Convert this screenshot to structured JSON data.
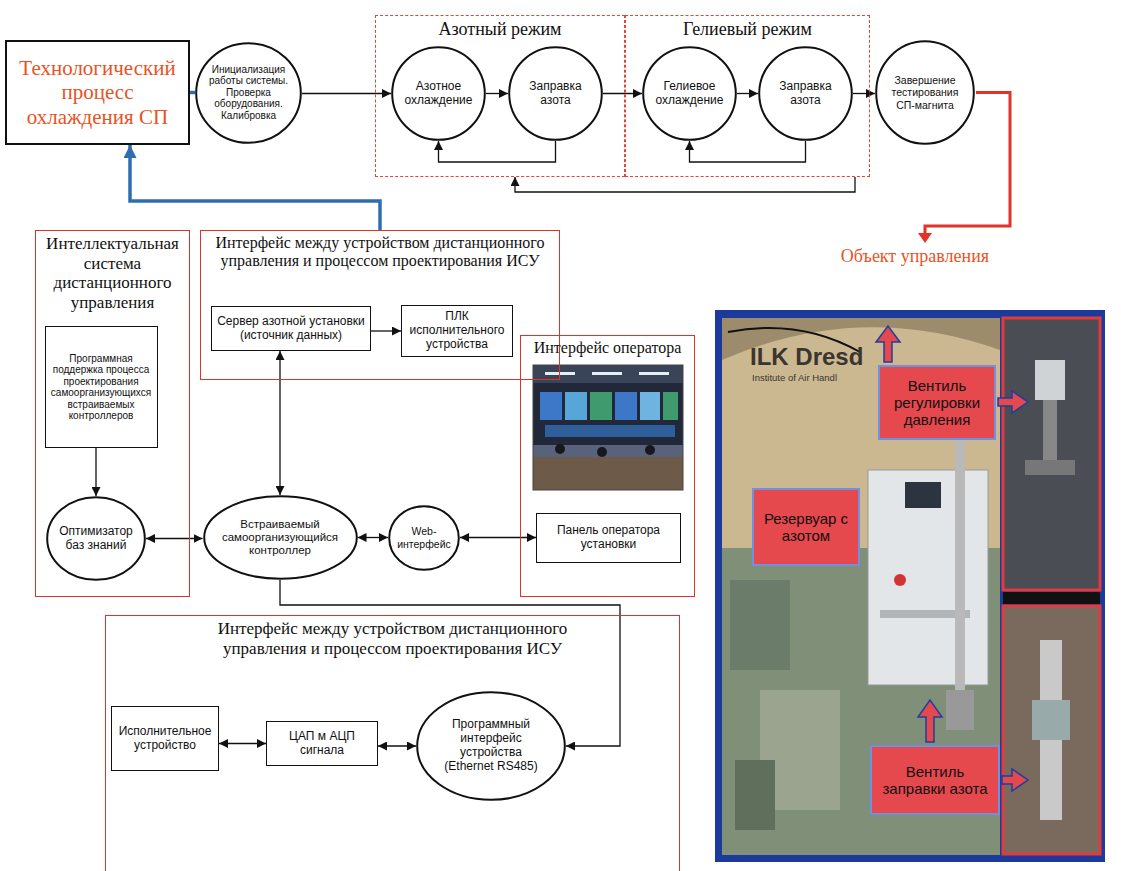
{
  "diagram": {
    "nodes": [
      {
        "text": [
          "Технологический процесс охлаждения СП"
        ]
      },
      {
        "text": [
          "Инициализация работы системы. Проверка оборудования. Калибровка"
        ]
      },
      {
        "text": [
          "Азотный режим"
        ]
      },
      {
        "text": [
          "Азотное охлаждение"
        ],
        "in": 2
      },
      {
        "text": [
          "Заправка азота"
        ],
        "in": 2
      },
      {
        "text": [
          "Гелиевый режим"
        ]
      },
      {
        "text": [
          "Гелиевое охлаждение"
        ],
        "in": 5
      },
      {
        "text": [
          "Заправка азота"
        ],
        "in": 5
      },
      {
        "text": [
          "Завершение тестирования СП-магнита"
        ]
      },
      {
        "text": [
          "Интеллектуальная система дистанционного управления"
        ]
      },
      {
        "text": [
          "Программная поддержка процесса проектирования самоорганизующихся встраиваемых контроллеров"
        ],
        "in": 9
      },
      {
        "text": [
          "Оптимизатор баз знаний"
        ],
        "in": 9
      },
      {
        "text": [
          "Интерфейс между устройством дистанционного управления и процессом проектирования ИСУ"
        ]
      },
      {
        "text": [
          "Сервер азотной установки (источник данных)"
        ],
        "in": 12
      },
      {
        "text": [
          "ПЛК исполнительного устройства"
        ],
        "in": 12
      },
      {
        "text": [
          "Встраиваемый самоорганизующийся контроллер"
        ]
      },
      {
        "text": [
          "Web-интерфейс"
        ]
      },
      {
        "text": [
          "Интерфейс оператора"
        ]
      },
      {
        "text": [
          "Панель оператора установки"
        ],
        "in": 17
      },
      {
        "text": [
          "Интерфейс между устройством дистанционного управления и процессом проектирования ИСУ"
        ]
      },
      {
        "text": [
          "Исполнительное устройство"
        ],
        "in": 19
      },
      {
        "text": [
          "ЦАП м АЦП сигнала"
        ],
        "in": 19
      },
      {
        "text": [
          "Программный интерфейс устройства (Ethernet RS485)"
        ],
        "in": 19
      },
      {
        "text": [
          "Вентиль регулировки давления"
        ]
      },
      {
        "text": [
          "Резервуар с азотом"
        ]
      },
      {
        "text": [
          "Вентиль заправки азота"
        ]
      }
    ],
    "edges": [
      {
        "from": 0,
        "to": 1,
        "arrow": "none"
      },
      {
        "from": 1,
        "to": 3,
        "arrow": "to"
      },
      {
        "from": 3,
        "to": 4,
        "arrow": "to"
      },
      {
        "from": 4,
        "to": 3,
        "arrow": "to"
      },
      {
        "from": 4,
        "to": 6,
        "arrow": "to"
      },
      {
        "from": 6,
        "to": 7,
        "arrow": "to"
      },
      {
        "from": 7,
        "to": 6,
        "arrow": "to"
      },
      {
        "from": 5,
        "to": 2,
        "arrow": "to"
      },
      {
        "from": 7,
        "to": 8,
        "arrow": "to"
      },
      {
        "from": 12,
        "to": 0,
        "arrow": "to"
      },
      {
        "from": 13,
        "to": 14,
        "arrow": "to"
      },
      {
        "from": 13,
        "to": 15,
        "arrow": "both"
      },
      {
        "from": 10,
        "to": 11,
        "arrow": "to"
      },
      {
        "from": 11,
        "to": 15,
        "arrow": "both"
      },
      {
        "from": 15,
        "to": 16,
        "arrow": "both"
      },
      {
        "from": 16,
        "to": 18,
        "arrow": "both"
      },
      {
        "from": 15,
        "to": 22,
        "arrow": "to"
      },
      {
        "from": 20,
        "to": 21,
        "arrow": "both"
      },
      {
        "from": 21,
        "to": 22,
        "arrow": "both"
      }
    ],
    "labels": [
      "Объект управления",
      "ILK Dresd",
      "Institute of Air Handl"
    ]
  }
}
